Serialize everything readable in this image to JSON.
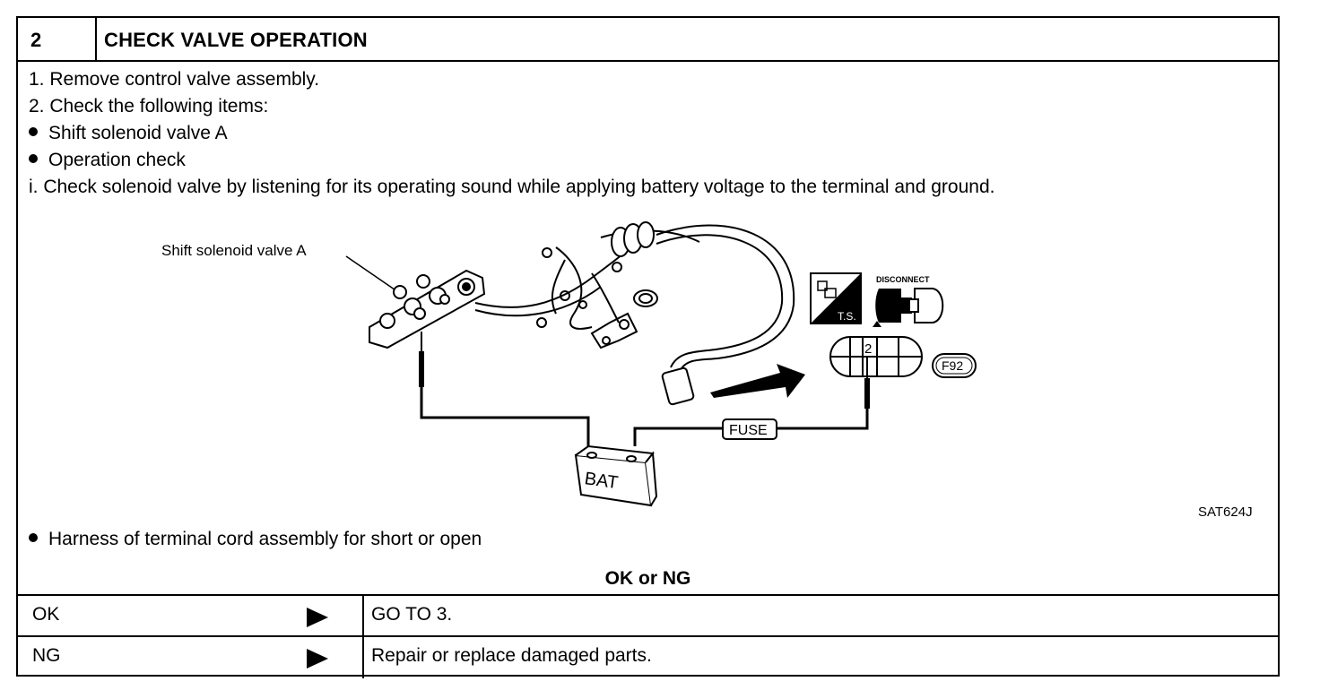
{
  "header": {
    "step_number": "2",
    "title": "CHECK VALVE OPERATION"
  },
  "instructions": [
    "1.  Remove control valve assembly.",
    "2.  Check the following items:",
    "Shift solenoid valve A",
    "Operation check",
    "i.  Check solenoid valve by listening for its operating sound while applying battery voltage to the terminal and ground."
  ],
  "figure": {
    "label_valve": "Shift solenoid valve A",
    "fuse_label": "FUSE",
    "battery_label": "BAT",
    "connector_pin": "2",
    "connector_code": "F92",
    "ts_label": "T.S.",
    "disconnect_label": "DISCONNECT",
    "figure_id": "SAT624J"
  },
  "harness_item": "Harness of terminal cord assembly for short or open",
  "result_heading": "OK or NG",
  "results": [
    {
      "condition": "OK",
      "action": "GO TO 3."
    },
    {
      "condition": "NG",
      "action": "Repair or replace damaged parts."
    }
  ]
}
